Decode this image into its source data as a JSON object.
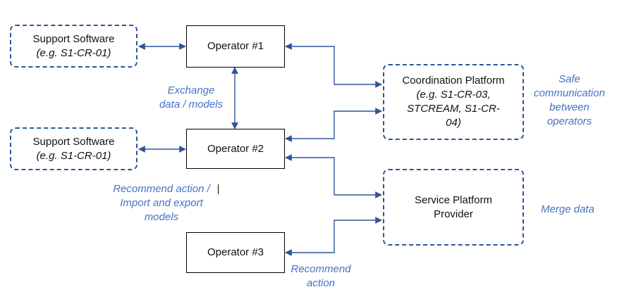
{
  "colors": {
    "arrow": "#2f5597",
    "dashed_border": "#2f5597",
    "note_text": "#4472c4",
    "box_text": "#111111"
  },
  "boxes": {
    "support_software_1": {
      "title": "Support Software",
      "detail": "(e.g. S1-CR-01)"
    },
    "support_software_2": {
      "title": "Support Software",
      "detail": "(e.g. S1-CR-01)"
    },
    "operator_1": {
      "label": "Operator #1"
    },
    "operator_2": {
      "label": "Operator #2"
    },
    "operator_3": {
      "label": "Operator #3"
    },
    "coordination_platform": {
      "title": "Coordination Platform",
      "detail_line1": "(e.g. S1-CR-03,",
      "detail_line2": "STCREAM, S1-CR-",
      "detail_line3": "04)"
    },
    "service_platform": {
      "line1": "Service Platform",
      "line2": "Provider"
    }
  },
  "notes": {
    "exchange": {
      "line1": "Exchange",
      "line2": "data / models"
    },
    "recommend_import": {
      "line1": "Recommend action /",
      "line2": "Import and export",
      "line3": "models"
    },
    "recommend_action": {
      "line1": "Recommend",
      "line2": "action"
    },
    "safe_comm": {
      "line1": "Safe",
      "line2": "communication",
      "line3": "between",
      "line4": "operators"
    },
    "merge": {
      "line1": "Merge data"
    }
  }
}
